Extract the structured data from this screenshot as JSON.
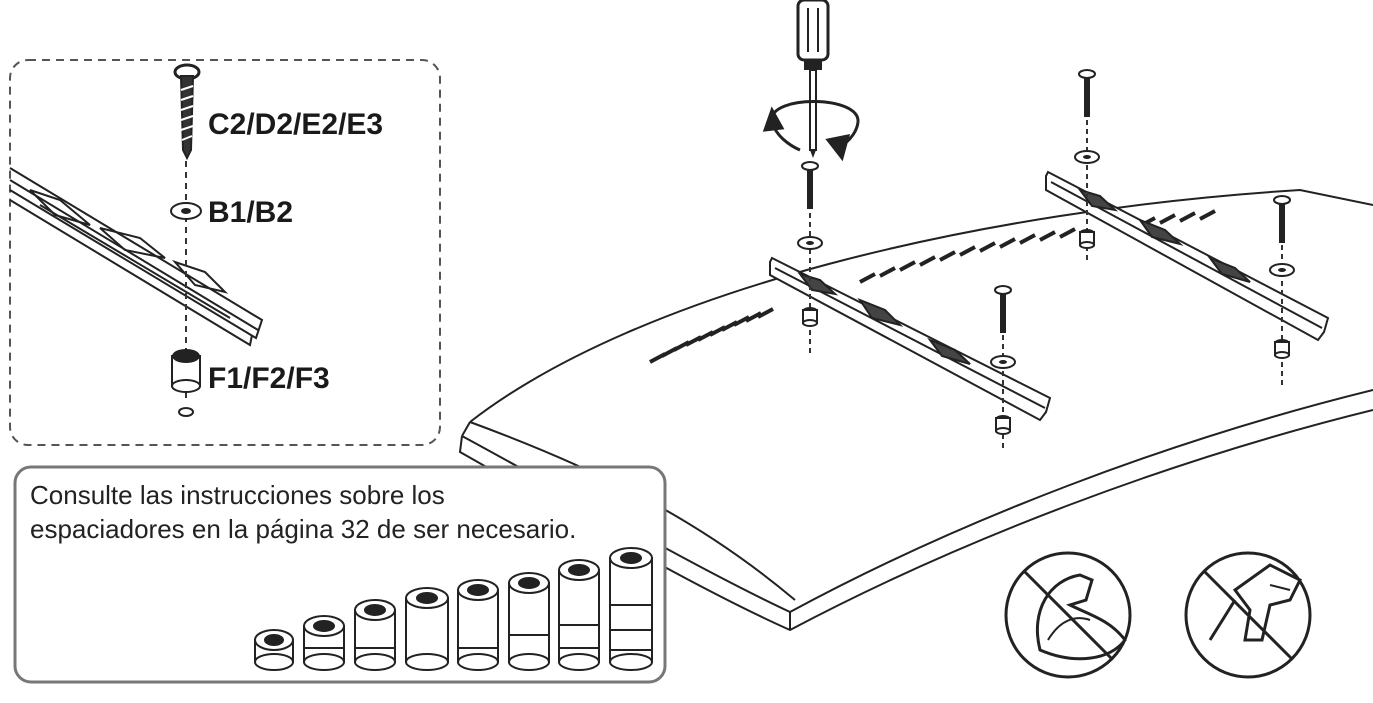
{
  "detail": {
    "screw_label": "C2/D2/E2/E3",
    "washer_label": "B1/B2",
    "spacer_label": "F1/F2/F3"
  },
  "note": {
    "line1": "Consulte las instrucciones sobre los",
    "line2": "espaciadores en la página 32 de ser necesario."
  },
  "colors": {
    "line": "#222222",
    "outline": "#777777"
  },
  "icons": [
    "screwdriver-icon",
    "rotation-arrows-icon",
    "no-excessive-force-icon",
    "no-power-drill-icon"
  ]
}
